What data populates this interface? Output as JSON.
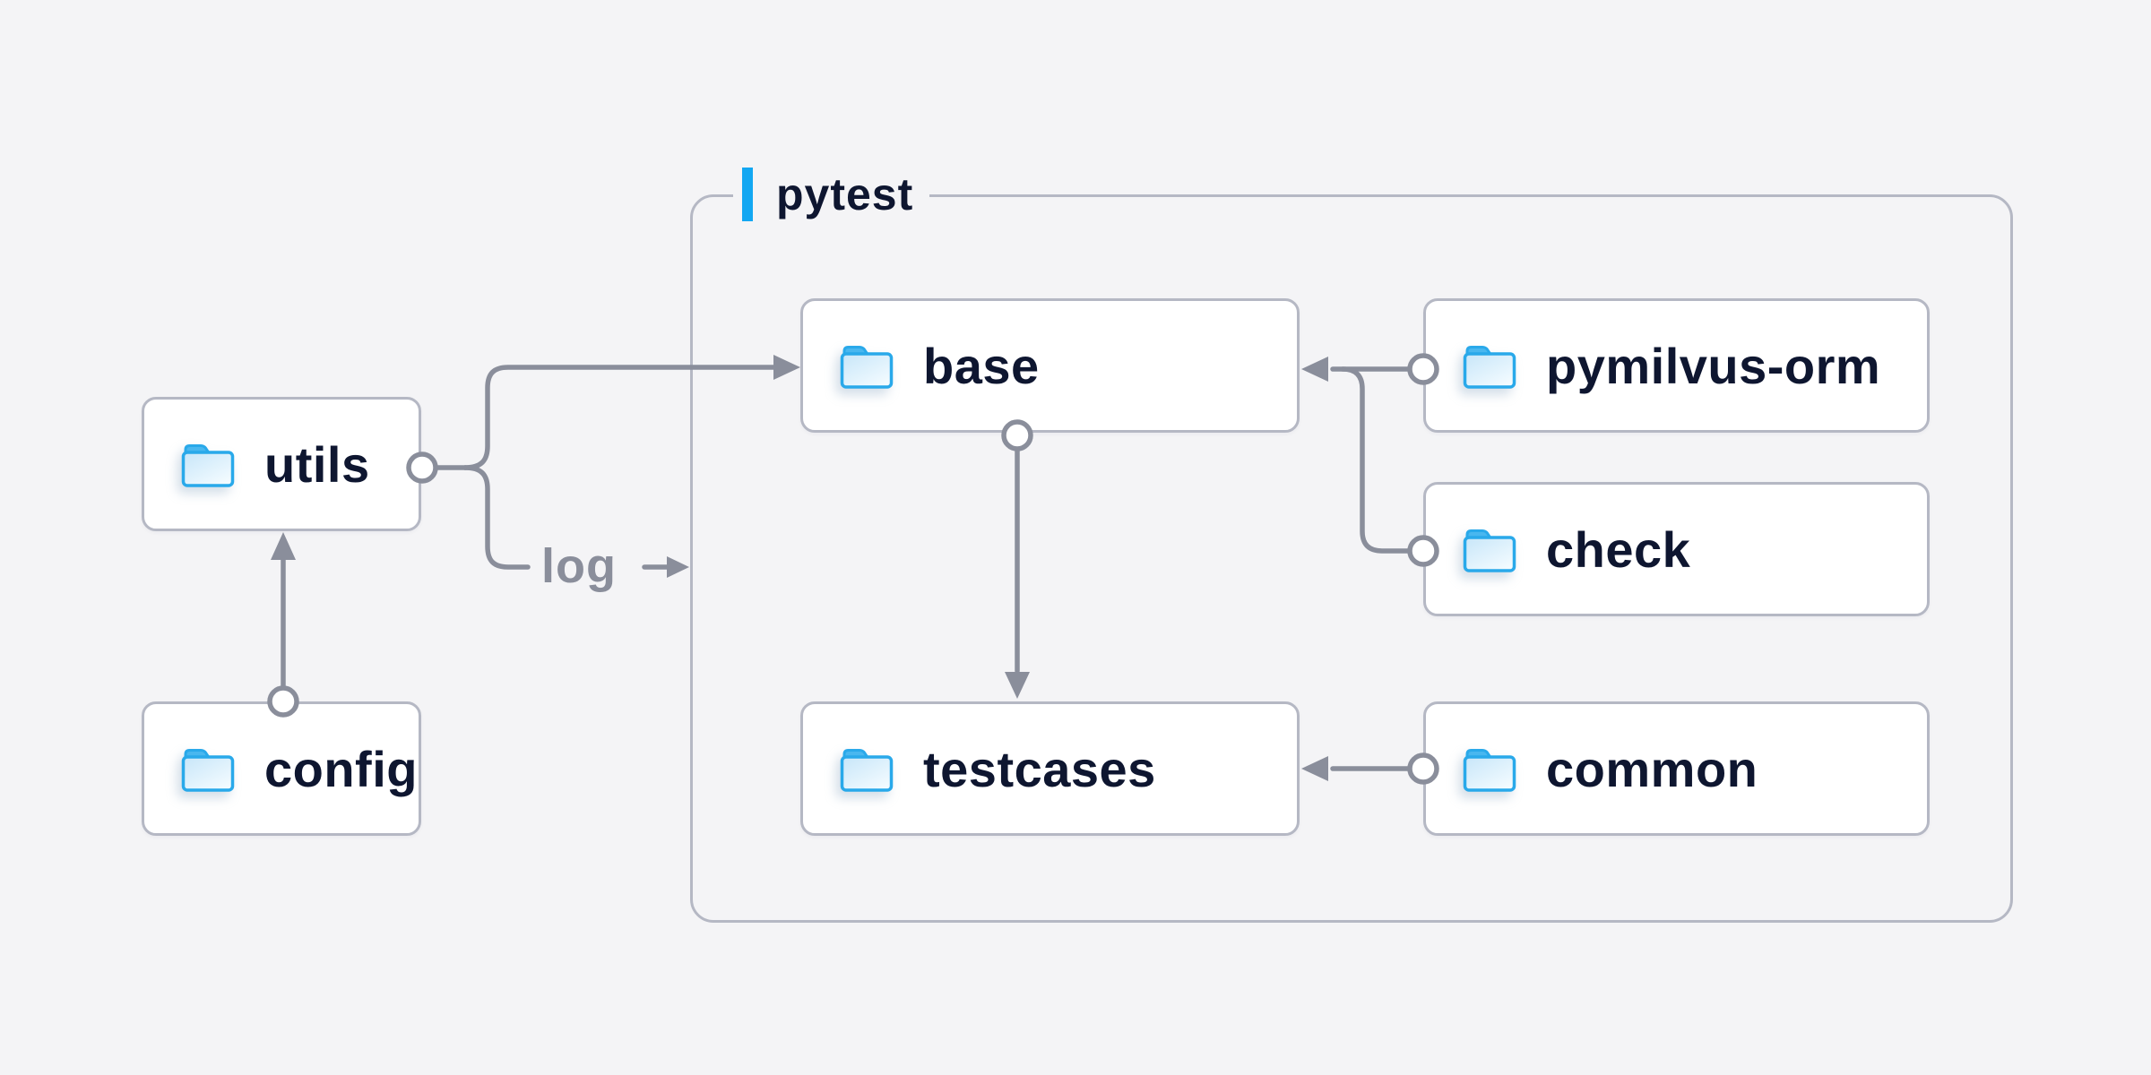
{
  "group": {
    "label": "pytest",
    "accent_color": "#12a7f2"
  },
  "nodes": [
    {
      "id": "utils",
      "label": "utils",
      "icon": "folder-icon",
      "inside_group": false
    },
    {
      "id": "config",
      "label": "config",
      "icon": "folder-icon",
      "inside_group": false
    },
    {
      "id": "base",
      "label": "base",
      "icon": "folder-icon",
      "inside_group": true
    },
    {
      "id": "pymilvus_orm",
      "label": "pymilvus-orm",
      "icon": "folder-icon",
      "inside_group": true
    },
    {
      "id": "check",
      "label": "check",
      "icon": "folder-icon",
      "inside_group": true
    },
    {
      "id": "testcases",
      "label": "testcases",
      "icon": "folder-icon",
      "inside_group": true
    },
    {
      "id": "common",
      "label": "common",
      "icon": "folder-icon",
      "inside_group": true
    }
  ],
  "edges": [
    {
      "from": "config",
      "to": "utils"
    },
    {
      "from": "utils",
      "to": "base"
    },
    {
      "from": "utils",
      "to": "pytest-group",
      "label": "log"
    },
    {
      "from": "pymilvus-orm",
      "to": "base"
    },
    {
      "from": "check",
      "to": "base"
    },
    {
      "from": "base",
      "to": "testcases"
    },
    {
      "from": "common",
      "to": "testcases"
    }
  ],
  "edge_labels": {
    "log": "log"
  },
  "colors": {
    "background": "#f4f4f6",
    "connector_gray": "#8a8e9b",
    "box_border": "#b5b8c4",
    "box_fill": "#ffffff",
    "text_navy": "#0e1630",
    "accent_blue": "#12a7f2",
    "folder_stroke": "#29a9ea",
    "muted_text": "#8a8e9b"
  }
}
